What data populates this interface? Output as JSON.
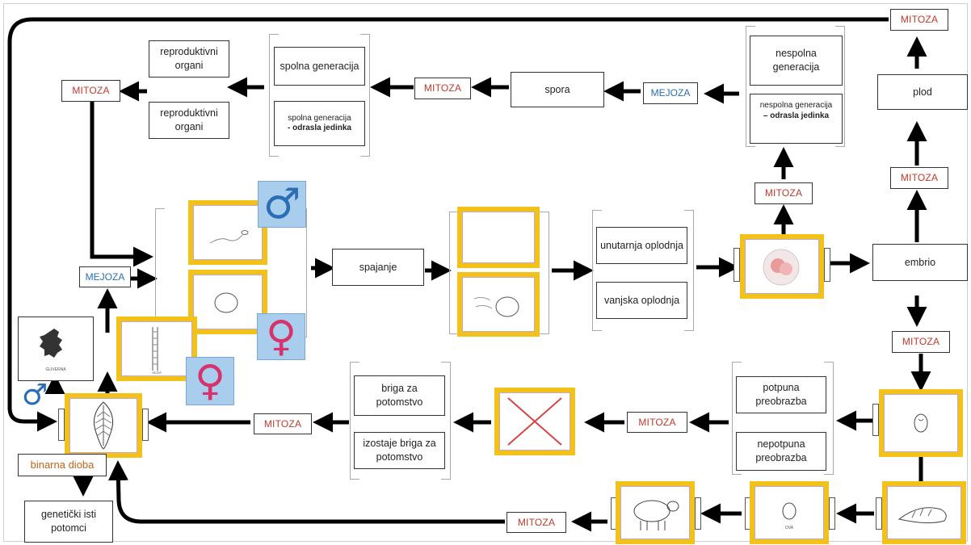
{
  "labels": {
    "mitoza": "MITOZA",
    "mejoza": "MEJOZA",
    "reproduktivni_organi": "reproduktivni organi",
    "spolna_generacija": "spolna generacija",
    "spolna_generacija_small": "spolna generacija",
    "odrasla_jedinka": "- odrasla jedinka",
    "spora": "spora",
    "nespolna_generacija": "nespolna generacija",
    "nespolna_generacija_small": "nespolna generacija",
    "odrasla_jedinka_2": "– odrasla jedinka",
    "plod": "plod",
    "spajanje": "spajanje",
    "unutarnja_oplodnja": "unutarnja oplodnja",
    "vanjska_oplodnja": "vanjska oplodnja",
    "embrio": "embrio",
    "potpuna_preobrazba": "potpuna preobrazba",
    "nepotpuna_preobrazba": "nepotpuna preobrazba",
    "briga_za_potomstvo": "briga za potomstvo",
    "izostaje_briga": "izostaje briga za potomstvo",
    "binarna_dioba": "binarna dioba",
    "geneticki_isti_potomci": "genetički isti potomci",
    "male_symbol": "♂",
    "female_symbol": "♀",
    "img_label_gametophyte": "GLIVERNA",
    "img_label_spore": "ALGA",
    "img_label_egg": "OVA"
  },
  "icons": [
    "male-symbol-icon",
    "female-symbol-icon",
    "sperm-icon",
    "egg-cell-icon",
    "fertilized-egg-icon",
    "cross-icon",
    "sheep-icon",
    "snail-icon",
    "planarian-icon",
    "larva-icon",
    "moss-icon"
  ],
  "colors": {
    "mitoza": "#c0392b",
    "mejoza": "#2a6fb5",
    "card": "#f2c21b",
    "symbol_bg": "#a9cdec",
    "male": "#2a6fb5",
    "female": "#d6336c",
    "binarna": "#c0641a"
  }
}
